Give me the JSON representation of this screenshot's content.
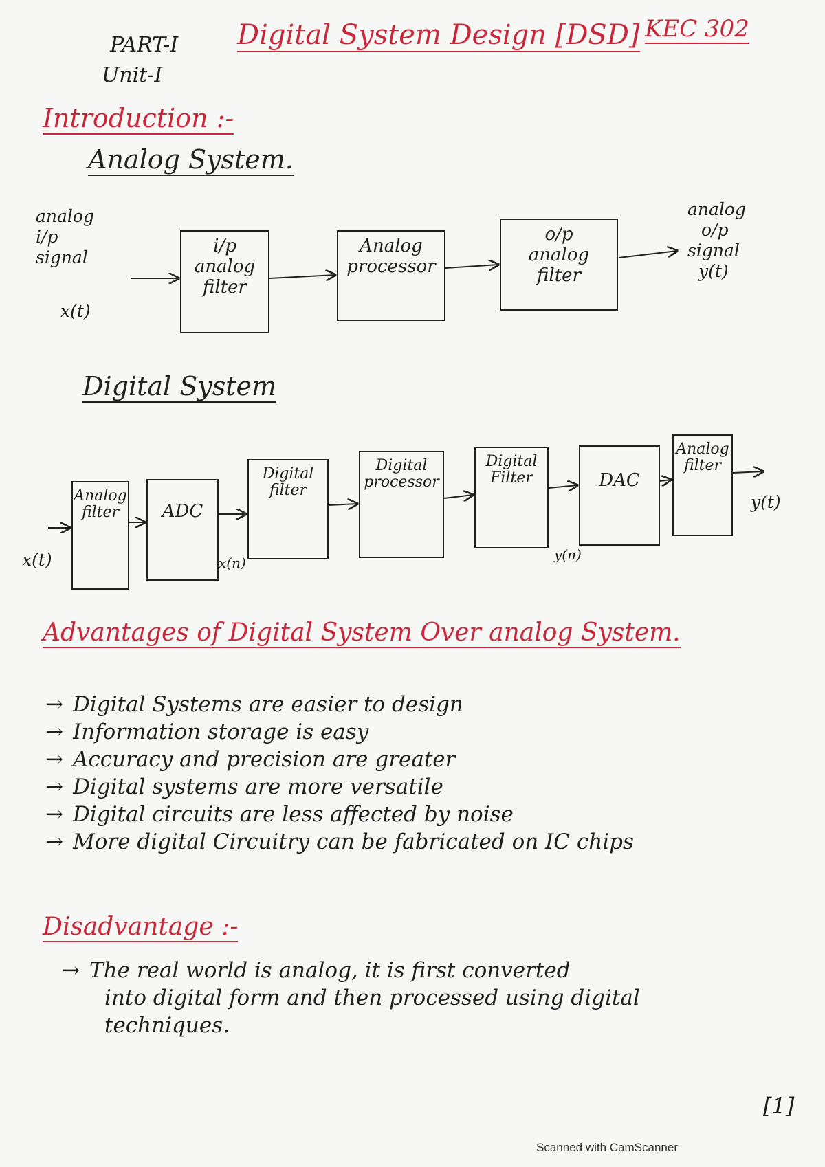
{
  "header": {
    "part": "PART-I",
    "unit": "Unit-I",
    "title": "Digital System Design [DSD]",
    "code": "KEC 302"
  },
  "intro_heading": "Introduction :-",
  "analog": {
    "heading": "Analog System.",
    "input_label": [
      "analog",
      "i/p",
      "signal"
    ],
    "input_signal": "x(t)",
    "blocks": [
      {
        "lines": [
          "i/p",
          "analog",
          "filter"
        ]
      },
      {
        "lines": [
          "Analog",
          "processor"
        ]
      },
      {
        "lines": [
          "o/p",
          "analog",
          "filter"
        ]
      }
    ],
    "output_label": [
      "analog",
      "o/p",
      "signal",
      "y(t)"
    ]
  },
  "digital": {
    "heading": "Digital System",
    "input_signal": "x(t)",
    "blocks": [
      {
        "lines": [
          "Analog",
          "filter"
        ]
      },
      {
        "lines": [
          "ADC"
        ]
      },
      {
        "lines": [
          "Digital",
          "filter"
        ]
      },
      {
        "lines": [
          "Digital",
          "processor"
        ]
      },
      {
        "lines": [
          "Digital",
          "Filter"
        ]
      },
      {
        "lines": [
          "DAC"
        ]
      },
      {
        "lines": [
          "Analog",
          "filter"
        ]
      }
    ],
    "xn_label": "x(n)",
    "yn_label": "y(n)",
    "output_signal": "y(t)"
  },
  "advantages": {
    "heading": "Advantages of Digital System Over analog System.",
    "arrow": "→",
    "items": [
      "Digital Systems are easier to design",
      "Information storage is easy",
      "Accuracy and precision are greater",
      "Digital systems are more versatile",
      "Digital circuits are less affected by noise",
      "More digital Circuitry can be fabricated on IC chips"
    ]
  },
  "disadvantage": {
    "heading": "Disadvantage :-",
    "arrow": "→",
    "lines": [
      "The real world is analog, it is first converted",
      "into digital form and then processed using digital",
      "techniques."
    ]
  },
  "page_number": "[1]",
  "footer": "Scanned with CamScanner",
  "colors": {
    "red_ink": "#c8283a",
    "black_ink": "#1e1e1e",
    "paper": "#f7f7f5"
  }
}
